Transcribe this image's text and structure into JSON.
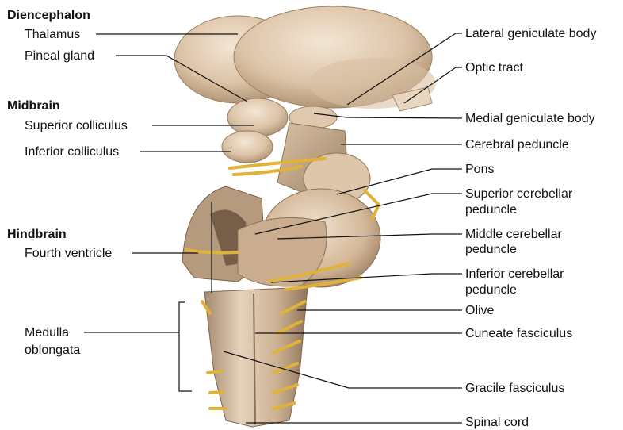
{
  "sections": {
    "diencephalon": "Diencephalon",
    "midbrain": "Midbrain",
    "hindbrain": "Hindbrain"
  },
  "labels_left": {
    "thalamus": "Thalamus",
    "pineal_gland": "Pineal gland",
    "superior_colliculus": "Superior colliculus",
    "inferior_colliculus": "Inferior colliculus",
    "fourth_ventricle": "Fourth ventricle",
    "medulla_line1": "Medulla",
    "medulla_line2": "oblongata"
  },
  "labels_right": {
    "lateral_geniculate_body": "Lateral geniculate body",
    "optic_tract": "Optic tract",
    "medial_geniculate_body": "Medial geniculate body",
    "cerebral_peduncle": "Cerebral peduncle",
    "pons": "Pons",
    "superior_cerebellar_line1": "Superior cerebellar",
    "superior_cerebellar_line2": "peduncle",
    "middle_cerebellar_line1": "Middle cerebellar",
    "middle_cerebellar_line2": "peduncle",
    "inferior_cerebellar_line1": "Inferior cerebellar",
    "inferior_cerebellar_line2": "peduncle",
    "olive": "Olive",
    "cuneate_fasciculus": "Cuneate fasciculus",
    "gracile_fasciculus": "Gracile fasciculus",
    "spinal_cord": "Spinal cord"
  },
  "colors": {
    "tissue_light": "#e8d4bd",
    "tissue_mid": "#cfb394",
    "tissue_dark": "#8d7258",
    "nerve": "#e0b23a",
    "leader": "#111111"
  }
}
